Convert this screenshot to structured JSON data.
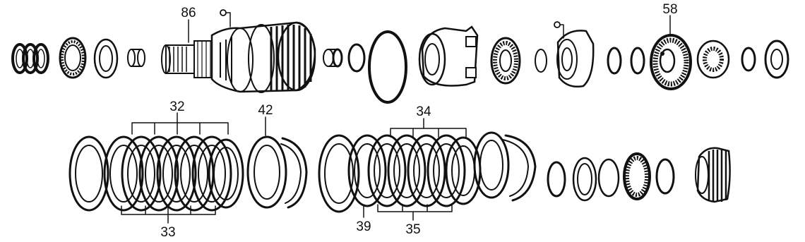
{
  "diagram": {
    "callouts": {
      "c86": "86",
      "c58": "58",
      "c32": "32",
      "c42": "42",
      "c34": "34",
      "c33": "33",
      "c39": "39",
      "c35": "35"
    },
    "colors": {
      "ink": "#111111",
      "paper": "#ffffff"
    }
  }
}
